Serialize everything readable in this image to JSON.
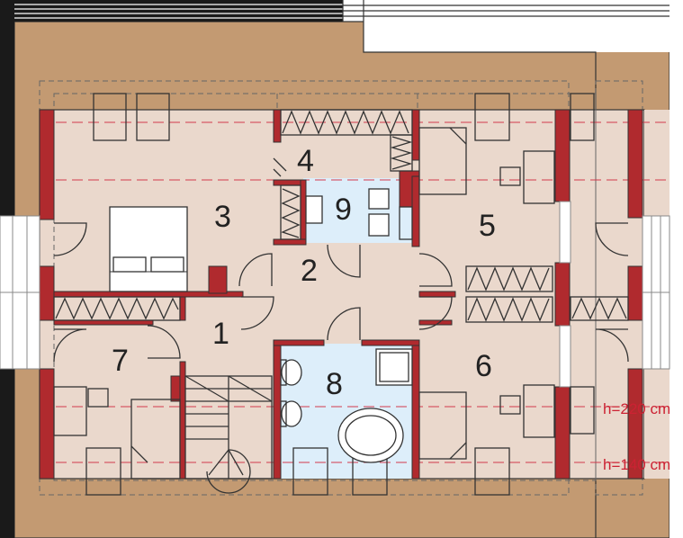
{
  "rooms": [
    {
      "id": "1",
      "label": "1"
    },
    {
      "id": "2",
      "label": "2"
    },
    {
      "id": "3",
      "label": "3"
    },
    {
      "id": "4",
      "label": "4"
    },
    {
      "id": "5",
      "label": "5"
    },
    {
      "id": "6",
      "label": "6"
    },
    {
      "id": "7",
      "label": "7"
    },
    {
      "id": "8",
      "label": "8"
    },
    {
      "id": "9",
      "label": "9"
    }
  ],
  "height_lines": [
    {
      "id": "h220",
      "label": "h=220 cm"
    },
    {
      "id": "h140",
      "label": "h=140 cm"
    }
  ],
  "colors": {
    "roof": "#c39a72",
    "floor": "#ead8cc",
    "wet_floor": "#ddeefa",
    "wall": "#b02a2e",
    "dashed_guide": "#d23a4c"
  }
}
